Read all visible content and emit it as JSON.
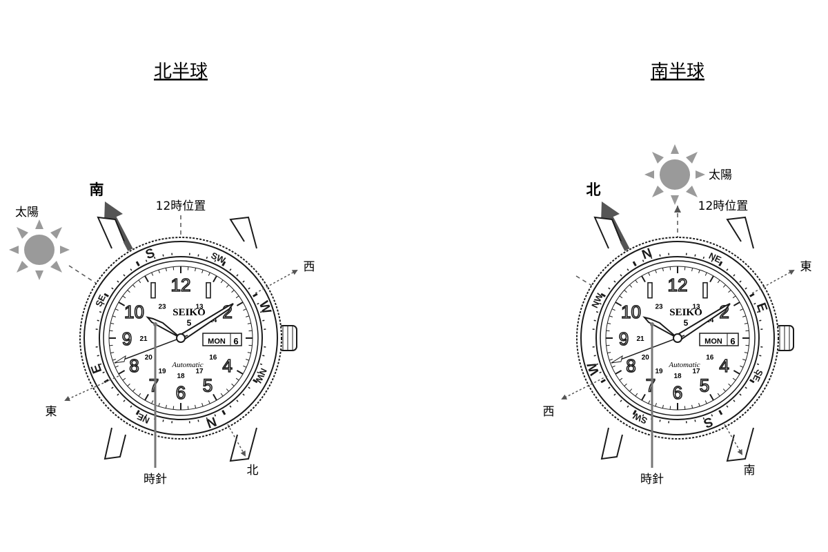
{
  "panels": [
    {
      "title": "北半球",
      "sun": "太陽",
      "pointer": "南",
      "twelve": "12時位置",
      "hourhand": "時針",
      "left_dir": "東",
      "right_dir": "西",
      "bottom_dir": "北",
      "bezel": [
        "S",
        "SW",
        "W",
        "NW",
        "N",
        "NE",
        "E",
        "SE"
      ]
    },
    {
      "title": "南半球",
      "sun": "太陽",
      "pointer": "北",
      "twelve": "12時位置",
      "hourhand": "時針",
      "left_dir": "西",
      "right_dir": "東",
      "bottom_dir": "南",
      "bezel": [
        "N",
        "NE",
        "E",
        "SE",
        "S",
        "SW",
        "W",
        "NW"
      ]
    }
  ],
  "dial": {
    "brand": "SEIKO",
    "brand_logo": "5",
    "script": "Automatic",
    "day": "MON",
    "date": "6",
    "numerals": [
      "12",
      "2",
      "4",
      "5",
      "6",
      "7",
      "8",
      "9",
      "10"
    ],
    "inner": [
      "13",
      "14",
      "16",
      "17",
      "18",
      "19",
      "20",
      "21",
      "23"
    ]
  },
  "colors": {
    "line": "#1a1a1a",
    "sun": "#9a9a9a",
    "arrow": "#555555",
    "hand_line": "#777777"
  }
}
